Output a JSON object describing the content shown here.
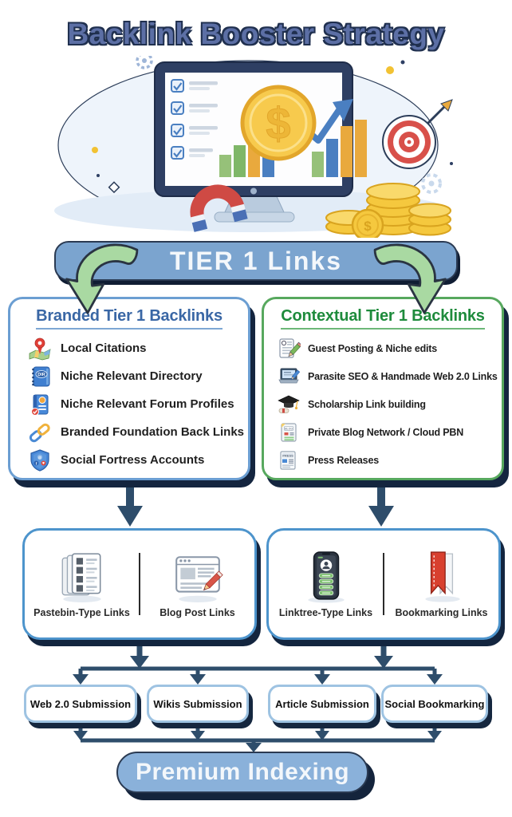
{
  "title": "Backlink Booster Strategy",
  "banner": {
    "label": "TIER 1 Links"
  },
  "hero": {
    "illustration": "monitor-analytics-dollar-coin-trend-arrow-magnet-coin-stacks-target"
  },
  "tier1": {
    "branded": {
      "heading": "Branded Tier 1 Backlinks",
      "items": [
        {
          "icon": "map-pin-icon",
          "label": "Local Citations"
        },
        {
          "icon": "directory-book-icon",
          "label": "Niche Relevant Directory"
        },
        {
          "icon": "forum-profile-icon",
          "label": "Niche Relevant Forum Profiles"
        },
        {
          "icon": "chain-link-icon",
          "label": "Branded Foundation Back Links"
        },
        {
          "icon": "social-shield-icon",
          "label": "Social Fortress Accounts"
        }
      ]
    },
    "contextual": {
      "heading": "Contextual Tier 1 Backlinks",
      "items": [
        {
          "icon": "guest-post-icon",
          "label": "Guest Posting & Niche edits"
        },
        {
          "icon": "laptop-edit-icon",
          "label": "Parasite SEO & Handmade Web 2.0 Links"
        },
        {
          "icon": "graduation-cap-icon",
          "label": "Scholarship Link building"
        },
        {
          "icon": "blog-network-icon",
          "label": "Private Blog Network / Cloud PBN"
        },
        {
          "icon": "press-release-icon",
          "label": "Press Releases"
        }
      ]
    }
  },
  "tier2": {
    "left": {
      "items": [
        {
          "icon": "pastebin-docs-icon",
          "label": "Pastebin-Type Links"
        },
        {
          "icon": "blog-post-page-icon",
          "label": "Blog Post Links"
        }
      ]
    },
    "right": {
      "items": [
        {
          "icon": "linktree-phone-icon",
          "label": "Linktree-Type Links"
        },
        {
          "icon": "bookmark-ribbon-icon",
          "label": "Bookmarking Links"
        }
      ]
    }
  },
  "tier3": {
    "boxes": [
      "Web 2.0 Submission",
      "Wikis Submission",
      "Article Submission",
      "Social Bookmarking"
    ]
  },
  "footer": {
    "label": "Premium Indexing"
  },
  "colors": {
    "title_fill": "#5c6fa5",
    "title_outline": "#20304f",
    "banner_blue": "#7ba4cf",
    "branded_blue": "#3a67a5",
    "contextual_green": "#1e8b3c",
    "box_border_blue": "#6b9ed2",
    "box_border_green": "#57a85e",
    "arrow_navy": "#2e4d6b",
    "swoosh_green": "#a9d9a2",
    "pill_blue": "#8ab1da",
    "shadow_navy": "#14253f",
    "coin_gold": "#f5c83e",
    "target_red": "#d8504a"
  }
}
